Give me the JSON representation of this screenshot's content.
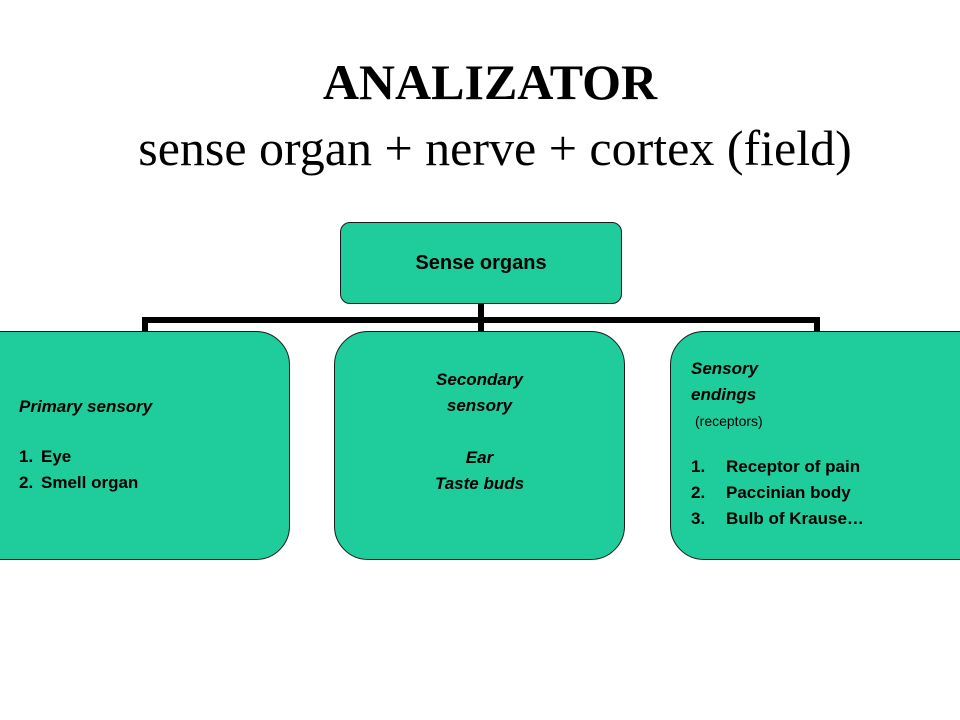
{
  "title": {
    "main": "ANALIZATOR",
    "subtitle": "sense organ + nerve + cortex (field)"
  },
  "diagram": {
    "root": {
      "label": "Sense organs"
    },
    "children": [
      {
        "heading": "Primary sensory",
        "items": [
          {
            "num": "1.",
            "text": "Eye"
          },
          {
            "num": "2.",
            "text": "Smell organ"
          }
        ]
      },
      {
        "heading_line1": "Secondary",
        "heading_line2": "sensory",
        "items": [
          "Ear",
          "Taste buds"
        ]
      },
      {
        "heading_line1": "Sensory",
        "heading_line2": "endings",
        "subheading": "(receptors)",
        "items": [
          {
            "num": "1.",
            "text": "Receptor of pain"
          },
          {
            "num": "2.",
            "text": "Paccinian body"
          },
          {
            "num": "3.",
            "text": "Bulb of Krause…"
          }
        ]
      }
    ]
  },
  "colors": {
    "box_fill": "#1fcc9c",
    "box_border": "#1a1a1a",
    "connector": "#000000",
    "text": "#000000",
    "background": "#ffffff"
  }
}
